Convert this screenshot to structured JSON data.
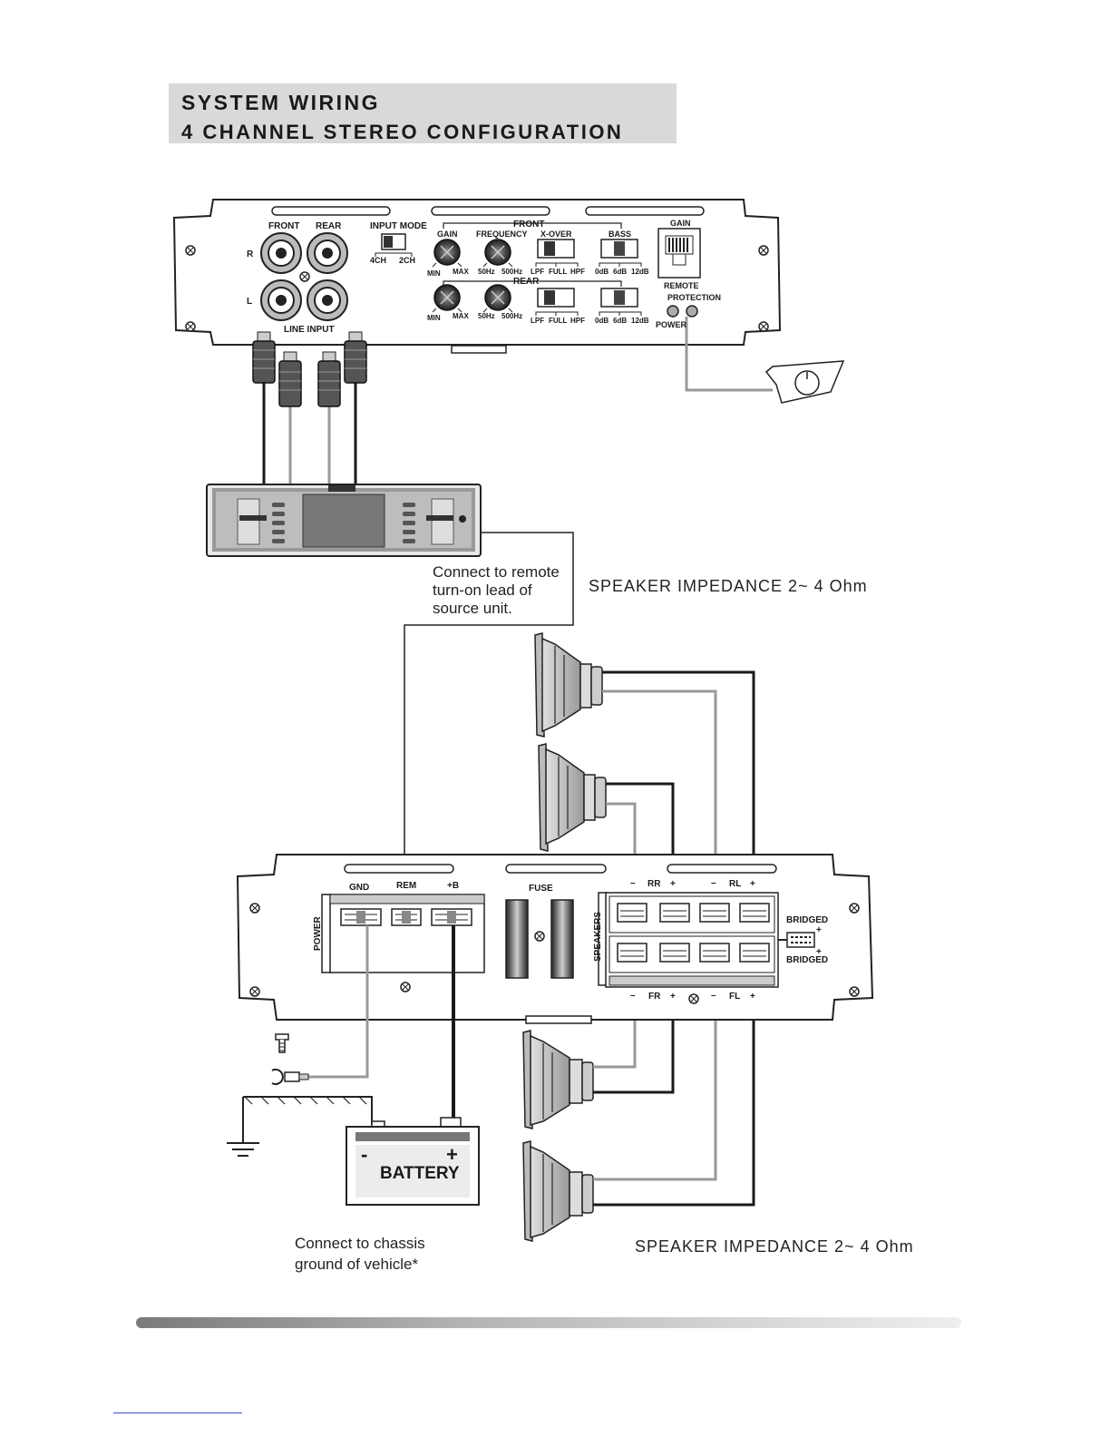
{
  "header": {
    "line1": "SYSTEM WIRING",
    "line2": "4 CHANNEL STEREO  CONFIGURATION"
  },
  "top_amp": {
    "front": "FRONT",
    "rear": "REAR",
    "r": "R",
    "l": "L",
    "line_input": "LINE INPUT",
    "input_mode": "INPUT MODE",
    "ch4": "4CH",
    "ch2": "2CH",
    "front_section": "FRONT",
    "rear_section": "REAR",
    "gain": "GAIN",
    "frequency": "FREQUENCY",
    "xover": "X-OVER",
    "bass": "BASS",
    "min": "MIN",
    "max": "MAX",
    "hz50": "50Hz",
    "hz500": "500Hz",
    "lpf": "LPF",
    "full": "FULL",
    "hpf": "HPF",
    "db0": "0dB",
    "db6": "6dB",
    "db12": "12dB",
    "gain_right": "GAIN",
    "remote": "REMOTE",
    "protection": "PROTECTION",
    "power": "POWER"
  },
  "notes": {
    "remote_turn_on": [
      "Connect to remote",
      "turn-on lead of",
      "source unit."
    ],
    "speaker_impedance_top": "SPEAKER IMPEDANCE 2~ 4 Ohm",
    "speaker_impedance_bottom": "SPEAKER IMPEDANCE 2~ 4 Ohm",
    "chassis_ground": [
      "Connect to chassis",
      "ground of vehicle*"
    ]
  },
  "bottom_amp": {
    "gnd": "GND",
    "rem": "REM",
    "b_plus": "+B",
    "power": "POWER",
    "fuse": "FUSE",
    "speakers": "SPEAKERS",
    "rr": "RR",
    "rl": "RL",
    "fr": "FR",
    "fl": "FL",
    "minus": "–",
    "plus": "+",
    "bridged": "BRIDGED"
  },
  "battery": {
    "label": "BATTERY",
    "minus": "-",
    "plus": "+"
  }
}
